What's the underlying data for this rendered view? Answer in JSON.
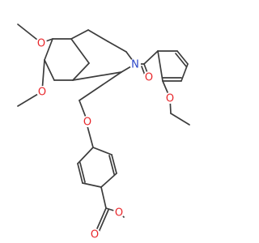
{
  "structure": {
    "atoms": [
      {
        "id": "O1",
        "symbol": "O",
        "color": "#e8262a"
      },
      {
        "id": "O2",
        "symbol": "O",
        "color": "#e8262a"
      },
      {
        "id": "N",
        "symbol": "N",
        "color": "#2a45c8"
      },
      {
        "id": "O3",
        "symbol": "O",
        "color": "#e8262a"
      },
      {
        "id": "O4",
        "symbol": "O",
        "color": "#e8262a"
      },
      {
        "id": "O5",
        "symbol": "O",
        "color": "#e8262a"
      },
      {
        "id": "O6",
        "symbol": "O",
        "color": "#e8262a"
      },
      {
        "id": "O7",
        "symbol": "O",
        "color": "#e8262a"
      }
    ],
    "bond_color": "#3c3c3c",
    "background": "#ffffff"
  }
}
